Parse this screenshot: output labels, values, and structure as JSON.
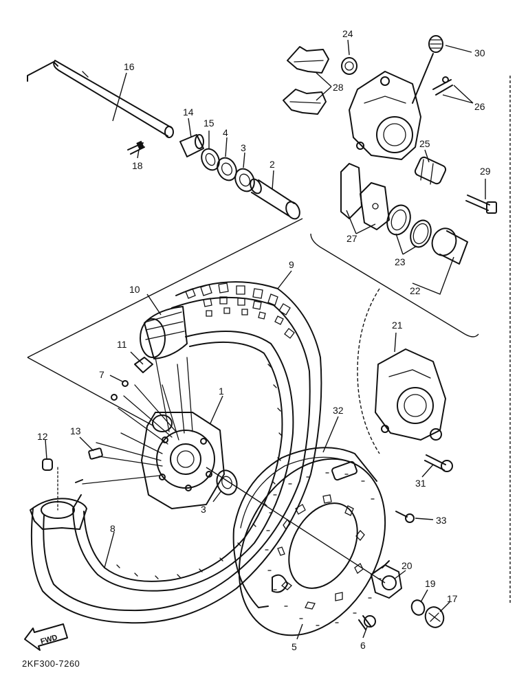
{
  "diagram_code": "2KF300-7260",
  "fwd_badge": "FWD",
  "parts": [
    {
      "id": "p1",
      "label": "1"
    },
    {
      "id": "p2",
      "label": "2"
    },
    {
      "id": "p3a",
      "label": "3"
    },
    {
      "id": "p3b",
      "label": "3"
    },
    {
      "id": "p4",
      "label": "4"
    },
    {
      "id": "p5",
      "label": "5"
    },
    {
      "id": "p6",
      "label": "6"
    },
    {
      "id": "p7",
      "label": "7"
    },
    {
      "id": "p8",
      "label": "8"
    },
    {
      "id": "p9",
      "label": "9"
    },
    {
      "id": "p10",
      "label": "10"
    },
    {
      "id": "p11",
      "label": "11"
    },
    {
      "id": "p12",
      "label": "12"
    },
    {
      "id": "p13",
      "label": "13"
    },
    {
      "id": "p14",
      "label": "14"
    },
    {
      "id": "p15",
      "label": "15"
    },
    {
      "id": "p16",
      "label": "16"
    },
    {
      "id": "p17",
      "label": "17"
    },
    {
      "id": "p18",
      "label": "18"
    },
    {
      "id": "p19",
      "label": "19"
    },
    {
      "id": "p20",
      "label": "20"
    },
    {
      "id": "p21",
      "label": "21"
    },
    {
      "id": "p22",
      "label": "22"
    },
    {
      "id": "p23",
      "label": "23"
    },
    {
      "id": "p24",
      "label": "24"
    },
    {
      "id": "p25",
      "label": "25"
    },
    {
      "id": "p26",
      "label": "26"
    },
    {
      "id": "p27",
      "label": "27"
    },
    {
      "id": "p28",
      "label": "28"
    },
    {
      "id": "p29",
      "label": "29"
    },
    {
      "id": "p30",
      "label": "30"
    },
    {
      "id": "p31",
      "label": "31"
    },
    {
      "id": "p32",
      "label": "32"
    },
    {
      "id": "p33",
      "label": "33"
    }
  ]
}
